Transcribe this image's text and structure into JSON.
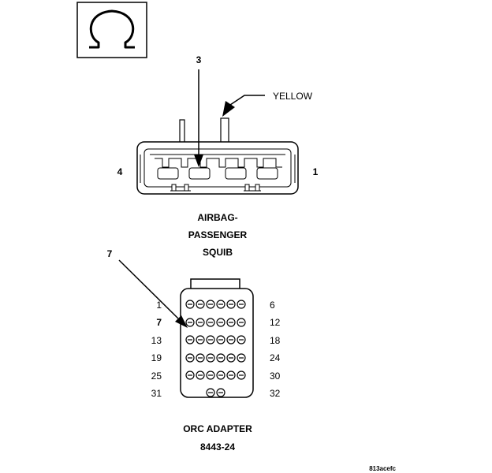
{
  "omega_symbol": "Ω",
  "squib": {
    "callout_pin": "3",
    "wire_color": "YELLOW",
    "left_pin": "4",
    "right_pin": "1",
    "title_lines": [
      "AIRBAG-",
      "PASSENGER",
      "SQUIB"
    ]
  },
  "adapter": {
    "callout_pin": "7",
    "left_pins": [
      "1",
      "7",
      "13",
      "19",
      "25",
      "31"
    ],
    "right_pins": [
      "6",
      "12",
      "18",
      "24",
      "30",
      "32"
    ],
    "title": "ORC ADAPTER",
    "part_number": "8443-24"
  },
  "figure_code": "813acefc"
}
